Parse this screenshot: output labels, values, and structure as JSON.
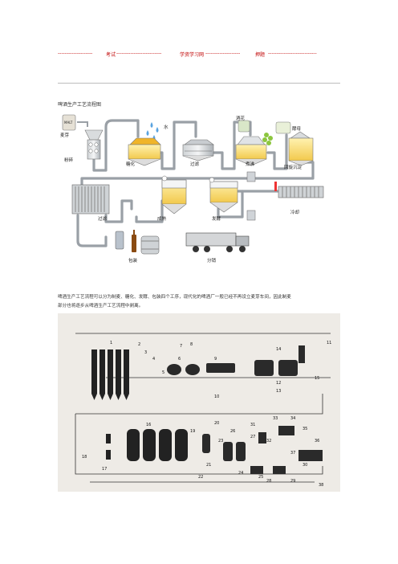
{
  "header": {
    "dash_left": "--------------------",
    "item1": "考试",
    "dash_mid1": "--------------------------",
    "item2": "学资学习网",
    "dash_mid2": "--------------------",
    "item3": "押题",
    "dash_right": "----------------------------"
  },
  "doc": {
    "title": "啤酒生产工艺流程图",
    "paragraph_line1": "啤酒生产工艺流程可以分为制麦、糖化、发酵、包装四个工序，现代化的啤酒厂一般已经不再设立麦芽车间，因此制麦",
    "paragraph_line2": "部分也将逐步从啤酒生产工艺流程中剥离。"
  },
  "fig1": {
    "labels": {
      "malt": "麦芽",
      "crush": "粉碎",
      "water": "水",
      "hops": "酒花",
      "mash": "糖化",
      "filter1": "过滤",
      "boil": "煮沸",
      "settle": "回旋沉淀",
      "yeast": "酵母",
      "filter2": "过滤",
      "mature": "成熟",
      "ferment": "发酵",
      "cool": "冷却",
      "package": "包装",
      "distribute": "分销",
      "malt_bag": "MALT"
    }
  },
  "fig2": {
    "numbers": [
      "1",
      "2",
      "3",
      "4",
      "5",
      "6",
      "7",
      "8",
      "9",
      "10",
      "11",
      "12",
      "13",
      "14",
      "15",
      "16",
      "17",
      "18",
      "19",
      "20",
      "21",
      "22",
      "23",
      "24",
      "25",
      "26",
      "27",
      "28",
      "29",
      "30",
      "31",
      "32",
      "33",
      "34",
      "35",
      "36",
      "37",
      "38"
    ]
  }
}
